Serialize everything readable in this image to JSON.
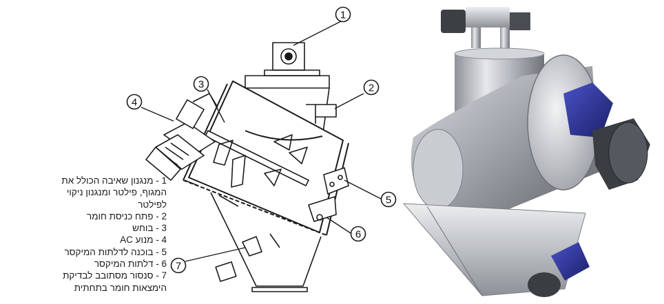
{
  "callouts": [
    "1",
    "2",
    "3",
    "4",
    "5",
    "6",
    "7"
  ],
  "legend": {
    "lines": [
      "1 - מנגנון שאיבה הכולל את",
      "המגוף, פילטר ומנגנון ניקוי",
      "לפילטר",
      "2 - פתח כניסת חומר",
      "3 - בוחש",
      "4 - מנוע AC",
      "5 - בוכנה לדלתות המיקסר",
      "6 - דלתות המיקסר",
      "7 - סנסור מסתובב לבדיקת",
      "הימצאות חומר בתחתית"
    ]
  },
  "colors": {
    "line": "#1a1a1a",
    "steel": "#b8bcc2",
    "motor_blue": "#2b2f8c"
  }
}
